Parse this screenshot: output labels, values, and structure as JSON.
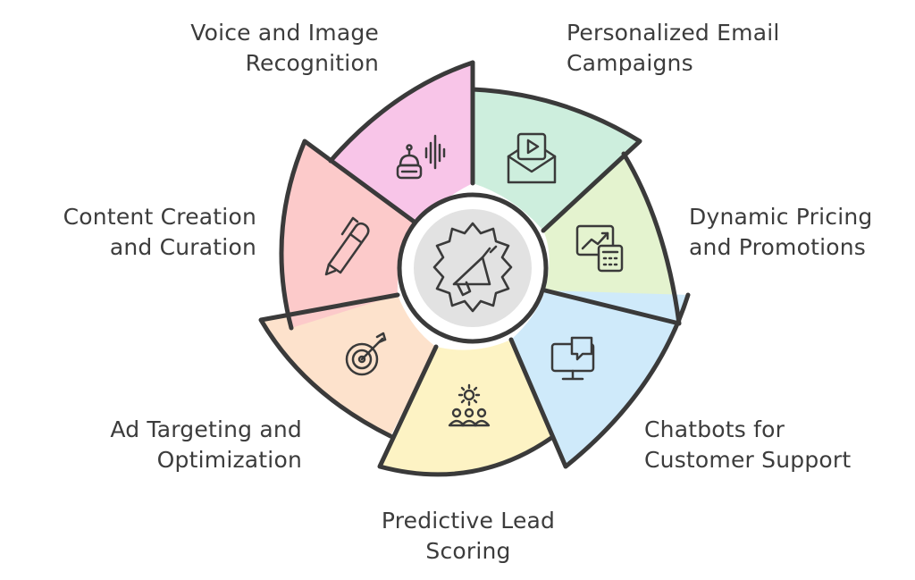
{
  "center": {
    "icon": "megaphone-gear-icon"
  },
  "segments": [
    {
      "id": "voice",
      "label": "Voice and Image\nRecognition",
      "icon": "robot-soundwave-icon",
      "color": "#f8c5e8"
    },
    {
      "id": "email",
      "label": "Personalized Email\nCampaigns",
      "icon": "email-video-icon",
      "color": "#cdeedd"
    },
    {
      "id": "pricing",
      "label": "Dynamic Pricing\nand Promotions",
      "icon": "chart-calculator-icon",
      "color": "#e4f3cf"
    },
    {
      "id": "chatbots",
      "label": "Chatbots for\nCustomer Support",
      "icon": "monitor-chat-icon",
      "color": "#cfeafa"
    },
    {
      "id": "leads",
      "label": "Predictive Lead\nScoring",
      "icon": "gear-people-icon",
      "color": "#fdf3c4"
    },
    {
      "id": "ads",
      "label": "Ad Targeting and\nOptimization",
      "icon": "target-arrow-icon",
      "color": "#fde2cc"
    },
    {
      "id": "content",
      "label": "Content Creation\nand Curation",
      "icon": "pen-icon",
      "color": "#fccaca"
    }
  ]
}
